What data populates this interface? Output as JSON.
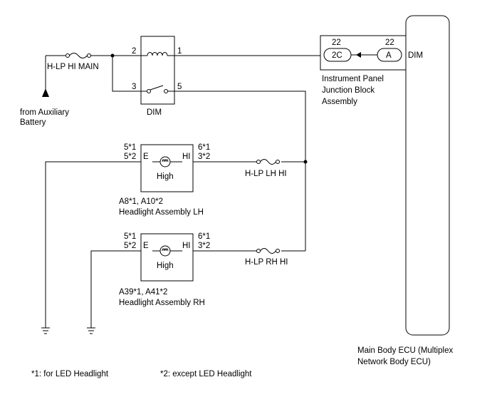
{
  "fuse_main": "H-LP HI MAIN",
  "source": {
    "line1": "from Auxiliary",
    "line2": "Battery"
  },
  "relay": {
    "label": "DIM",
    "pin_coil_in": "2",
    "pin_coil_out": "1",
    "pin_com": "3",
    "pin_no": "5"
  },
  "junction_block": {
    "pin_left": "22",
    "pin_right": "22",
    "connector_left": "2C",
    "connector_right": "A",
    "name_line1": "Instrument Panel",
    "name_line2": "Junction Block",
    "name_line3": "Assembly"
  },
  "ecu": {
    "pin_label": "DIM",
    "name_line1": "Main Body ECU (Multiplex",
    "name_line2": "Network Body ECU)"
  },
  "headlight_lh": {
    "pin_e_1": "5*1",
    "pin_e_2": "5*2",
    "pin_hi_1": "6*1",
    "pin_hi_2": "3*2",
    "term_e": "E",
    "term_hi": "HI",
    "lamp": "High",
    "code": "A8*1, A10*2",
    "name": "Headlight Assembly LH",
    "fuse": "H-LP LH HI"
  },
  "headlight_rh": {
    "pin_e_1": "5*1",
    "pin_e_2": "5*2",
    "pin_hi_1": "6*1",
    "pin_hi_2": "3*2",
    "term_e": "E",
    "term_hi": "HI",
    "lamp": "High",
    "code": "A39*1, A41*2",
    "name": "Headlight Assembly RH",
    "fuse": "H-LP RH HI"
  },
  "notes": {
    "note1": "*1: for LED Headlight",
    "note2": "*2: except LED Headlight"
  }
}
